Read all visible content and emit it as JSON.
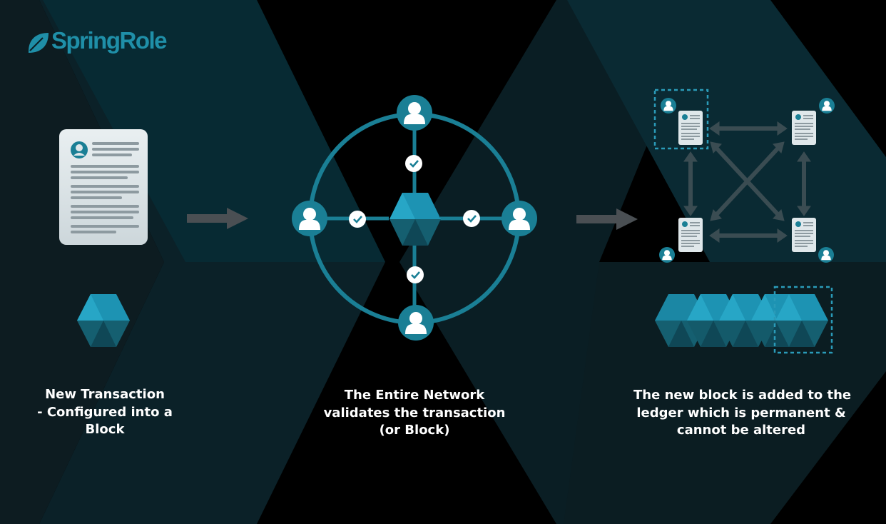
{
  "brand": {
    "logo_text": "SpringRole",
    "colors": {
      "background": "#000000",
      "primary": "#1a7f95",
      "accent": "#27a2c3",
      "panel": "#0b2a33",
      "arrow": "#4a4f53",
      "doc": "#dfe7ea"
    }
  },
  "steps": [
    {
      "icon": "document-icon",
      "secondary_icon": "block-cube-icon",
      "caption_lines": [
        "New Transaction",
        "- Configured into a",
        "Block"
      ]
    },
    {
      "icon": "network-validation-icon",
      "secondary_icon": "check-icon",
      "caption_lines": [
        "The Entire Network",
        "validates the transaction",
        "(or Block)"
      ]
    },
    {
      "icon": "distributed-ledger-icon",
      "secondary_icon": "block-chain-icon",
      "caption_lines": [
        "The new block is added to the",
        "ledger which is permanent &",
        "cannot be altered"
      ]
    }
  ],
  "flow_arrows": [
    "arrow-right-icon",
    "arrow-right-icon"
  ],
  "network_nodes": [
    "user-icon",
    "user-icon",
    "user-icon",
    "user-icon"
  ]
}
